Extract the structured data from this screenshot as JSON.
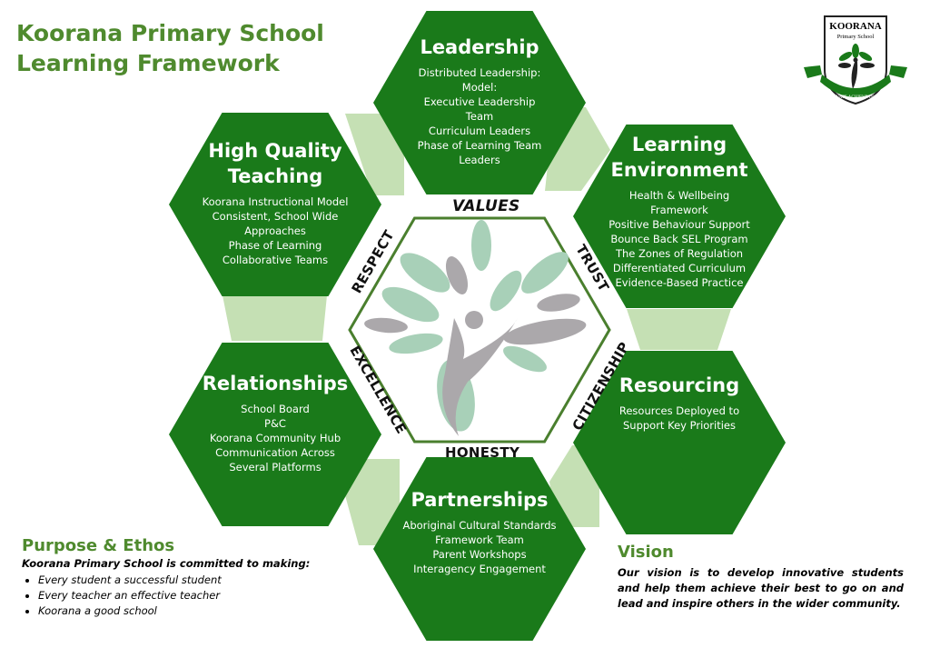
{
  "title": [
    "Koorana Primary School",
    "Learning Framework"
  ],
  "colors": {
    "hex_fill": "#1a7a1a",
    "connector": "#c5e0b4",
    "title": "#4f8a2e",
    "center_outline": "#4a7f2e"
  },
  "logo": {
    "name": "KOORANA",
    "sub": "Primary School",
    "motto": "INNOVATE ACHIEVE INSPIRE"
  },
  "hexagons": [
    {
      "title": [
        "Leadership"
      ],
      "items": [
        "Distributed Leadership:",
        "Model:",
        "Executive Leadership",
        "Team",
        "Curriculum Leaders",
        "Phase of Learning Team",
        "Leaders"
      ]
    },
    {
      "title": [
        "High Quality",
        "Teaching"
      ],
      "items": [
        "Koorana Instructional Model",
        "Consistent, School Wide",
        "Approaches",
        "Phase of Learning",
        "Collaborative Teams"
      ]
    },
    {
      "title": [
        "Learning",
        "Environment"
      ],
      "items": [
        "Health & Wellbeing",
        "Framework",
        "Positive Behaviour Support",
        "Bounce Back SEL Program",
        "The Zones of Regulation",
        "Differentiated Curriculum",
        "Evidence-Based Practice"
      ]
    },
    {
      "title": [
        "Relationships"
      ],
      "items": [
        "School Board",
        "P&C",
        "Koorana Community Hub",
        "Communication Across",
        "Several Platforms"
      ]
    },
    {
      "title": [
        "Resourcing"
      ],
      "items": [
        "Resources Deployed to",
        "Support Key Priorities"
      ]
    },
    {
      "title": [
        "Partnerships"
      ],
      "items": [
        "Aboriginal Cultural Standards",
        "Framework Team",
        "Parent Workshops",
        "Interagency Engagement"
      ]
    }
  ],
  "values": {
    "top": "VALUES",
    "respect": "RESPECT",
    "trust": "TRUST",
    "excellence": "EXCELLENCE",
    "citizenship": "CITIZENSHIP",
    "honesty": "HONESTY"
  },
  "purpose": {
    "heading": "Purpose & Ethos",
    "lead": "Koorana Primary School is committed to making:",
    "bullets": [
      "Every student a successful student",
      "Every teacher an effective teacher",
      "Koorana a good school"
    ]
  },
  "vision": {
    "heading": "Vision",
    "text": "Our vision is to develop innovative students and help them achieve their best to go on and lead and inspire others in the wider community."
  }
}
